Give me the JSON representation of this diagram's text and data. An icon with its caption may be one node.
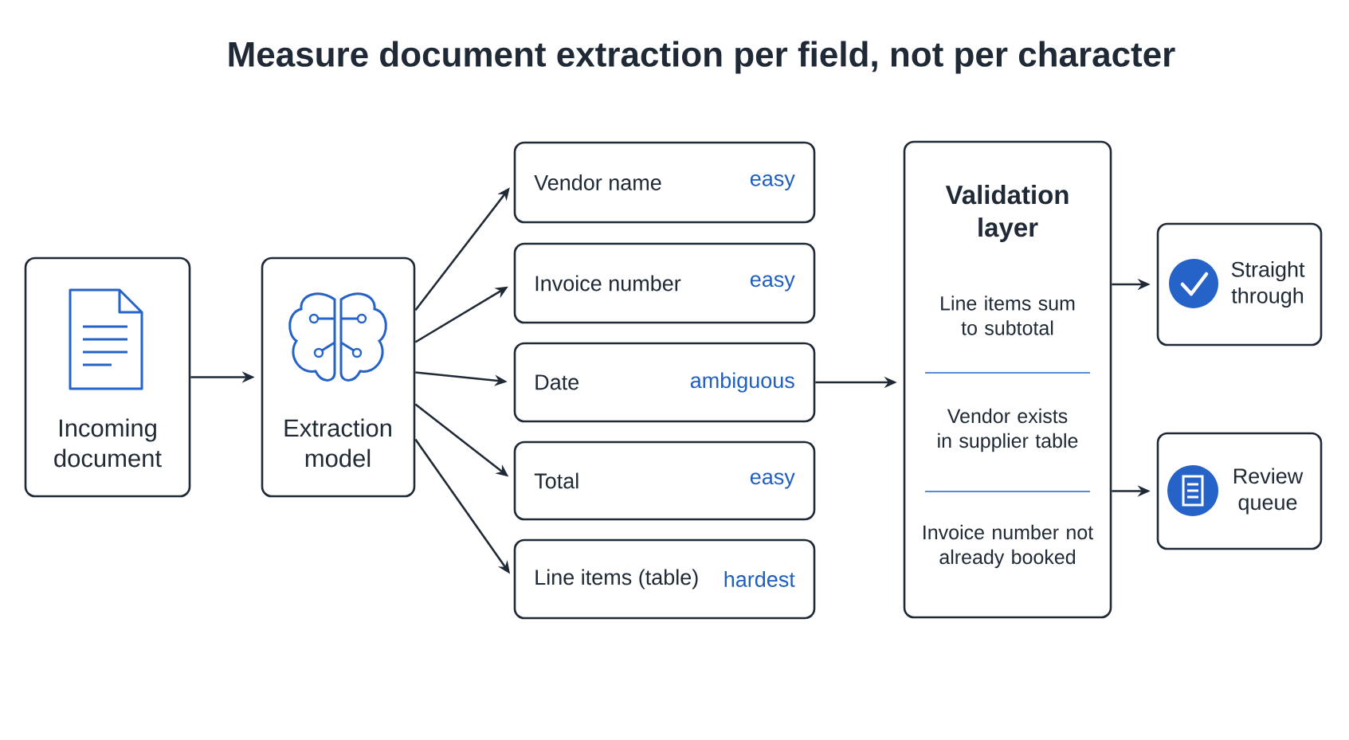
{
  "diagram": {
    "title": "Measure document extraction per field, not per character",
    "nodes": [
      {
        "text": [
          "Incoming document"
        ]
      },
      {
        "text": [
          "Extraction model"
        ]
      },
      {
        "text": [
          "Vendor name",
          "easy"
        ]
      },
      {
        "text": [
          "Invoice number",
          "easy"
        ]
      },
      {
        "text": [
          "Date",
          "ambiguous"
        ]
      },
      {
        "text": [
          "Total",
          "easy"
        ]
      },
      {
        "text": [
          "Line items (table)",
          "hardest"
        ]
      },
      {
        "text": [
          "Validation layer",
          "Line items sum to subtotal",
          "Vendor exists in supplier table",
          "Invoice number not already booked"
        ]
      },
      {
        "text": [
          "Straight through"
        ]
      },
      {
        "text": [
          "Review queue"
        ]
      }
    ],
    "edges": [
      {
        "from": 0,
        "to": 1,
        "arrow": "to"
      },
      {
        "from": 1,
        "to": 2,
        "arrow": "to"
      },
      {
        "from": 1,
        "to": 3,
        "arrow": "to"
      },
      {
        "from": 1,
        "to": 4,
        "arrow": "to"
      },
      {
        "from": 1,
        "to": 5,
        "arrow": "to"
      },
      {
        "from": 1,
        "to": 6,
        "arrow": "to"
      },
      {
        "from": 4,
        "to": 7,
        "arrow": "to"
      },
      {
        "from": 7,
        "to": 8,
        "arrow": "to"
      },
      {
        "from": 7,
        "to": 9,
        "arrow": "to"
      }
    ]
  }
}
